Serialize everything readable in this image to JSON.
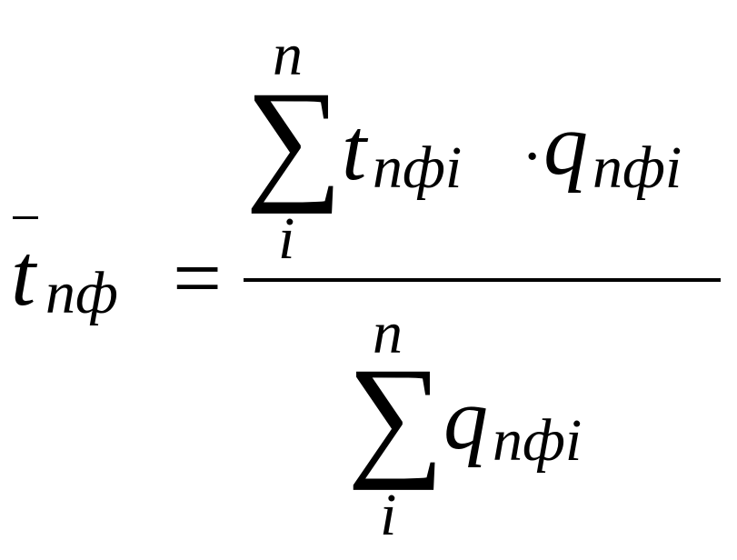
{
  "formula": {
    "lhs": {
      "variable": "t",
      "subscript": "nф"
    },
    "equals": "=",
    "numerator": {
      "sum_symbol": "∑",
      "upper_limit": "n",
      "lower_limit": "i",
      "term1": {
        "variable": "t",
        "subscript": "nфi"
      },
      "operator": "·",
      "term2": {
        "variable": "q",
        "subscript": "nфi"
      }
    },
    "denominator": {
      "sum_symbol": "∑",
      "upper_limit": "n",
      "lower_limit": "i",
      "term": {
        "variable": "q",
        "subscript": "nфi"
      }
    }
  }
}
